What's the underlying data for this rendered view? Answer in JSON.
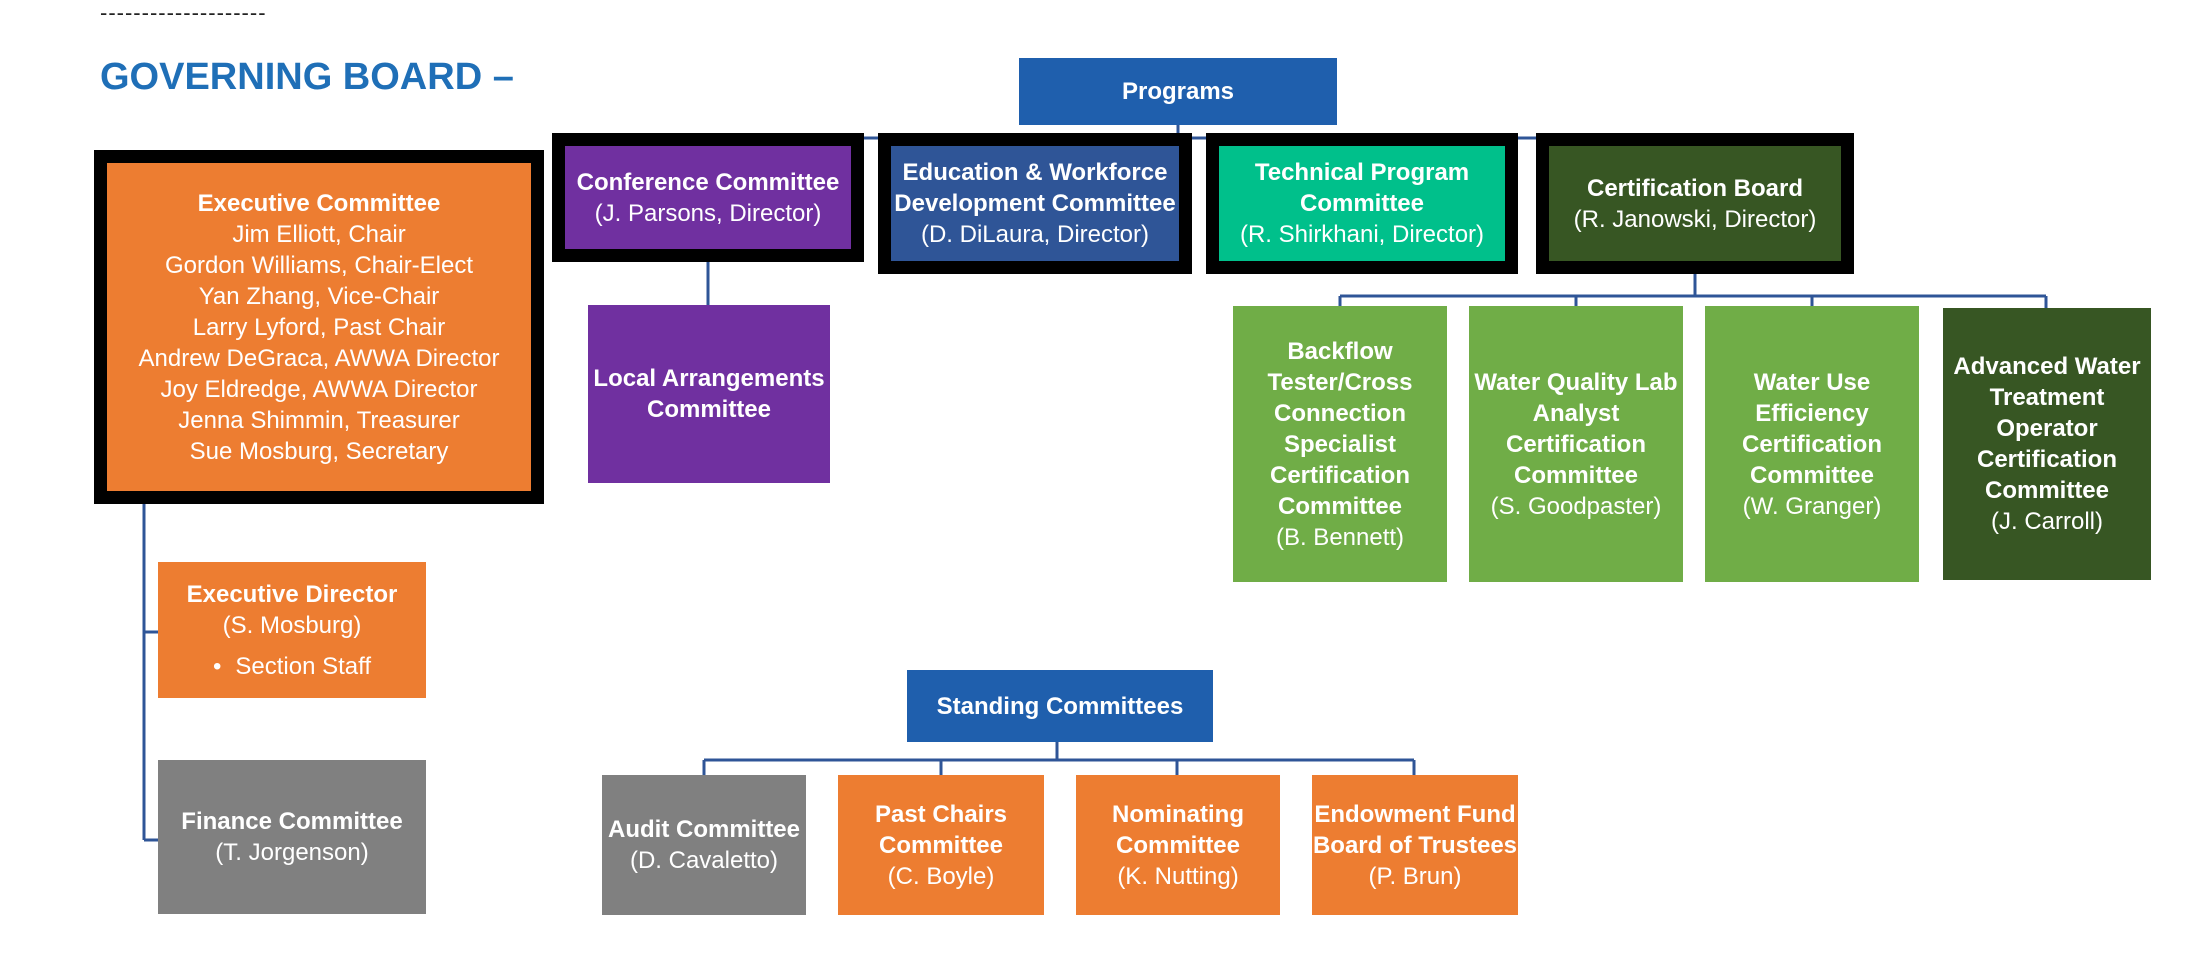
{
  "header": {
    "dashes": "--------------------",
    "title": "GOVERNING BOARD –"
  },
  "colors": {
    "orange": "#ed7d31",
    "purple": "#7030a0",
    "navy": "#2f5597",
    "teal": "#00c08b",
    "dark_green": "#375623",
    "green": "#70ad47",
    "blue": "#1f5fad",
    "gray": "#808080",
    "connector": "#2f5597"
  },
  "executive_committee": {
    "title": "Executive Committee",
    "members": [
      "Jim Elliott, Chair",
      "Gordon Williams, Chair-Elect",
      "Yan Zhang, Vice-Chair",
      "Larry Lyford, Past Chair",
      "Andrew DeGraca, AWWA Director",
      "Joy Eldredge, AWWA Director",
      "Jenna Shimmin, Treasurer",
      "Sue Mosburg, Secretary"
    ]
  },
  "executive_director": {
    "title": "Executive Director",
    "name": "(S. Mosburg)",
    "bullet": "Section Staff"
  },
  "finance_committee": {
    "title": "Finance Committee",
    "name": "(T. Jorgenson)"
  },
  "programs": {
    "title": "Programs",
    "committees": [
      {
        "title": "Conference Committee",
        "name": "(J. Parsons, Director)"
      },
      {
        "title": "Education & Workforce Development Committee",
        "name": "(D. DiLaura, Director)"
      },
      {
        "title": "Technical Program Committee",
        "name": "(R. Shirkhani, Director)"
      },
      {
        "title": "Certification Board",
        "name": "(R. Janowski, Director)"
      }
    ]
  },
  "local_arrangements": {
    "title": "Local Arrangements Committee"
  },
  "certification_committees": [
    {
      "title": "Backflow Tester/Cross Connection Specialist Certification Committee",
      "name": "(B. Bennett)"
    },
    {
      "title": "Water Quality Lab Analyst Certification Committee",
      "name": "(S. Goodpaster)"
    },
    {
      "title": "Water Use Efficiency Certification Committee",
      "name": "(W. Granger)"
    },
    {
      "title": "Advanced Water Treatment Operator Certification Committee",
      "name": "(J. Carroll)"
    }
  ],
  "standing_committees": {
    "title": "Standing Committees",
    "committees": [
      {
        "title": "Audit Committee",
        "name": "(D. Cavaletto)"
      },
      {
        "title": "Past Chairs Committee",
        "name": "(C. Boyle)"
      },
      {
        "title": "Nominating Committee",
        "name": "(K. Nutting)"
      },
      {
        "title": "Endowment Fund Board of Trustees",
        "name": "(P. Brun)"
      }
    ]
  }
}
